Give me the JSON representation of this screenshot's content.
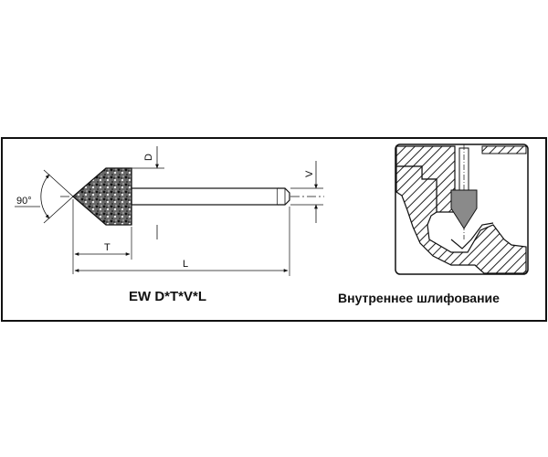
{
  "tool": {
    "designation": "EW D*T*V*L",
    "angle_label": "90°",
    "dims": {
      "d": "D",
      "t": "T",
      "v": "V",
      "l": "L"
    }
  },
  "detail": {
    "caption": "Внутреннее шлифование"
  }
}
